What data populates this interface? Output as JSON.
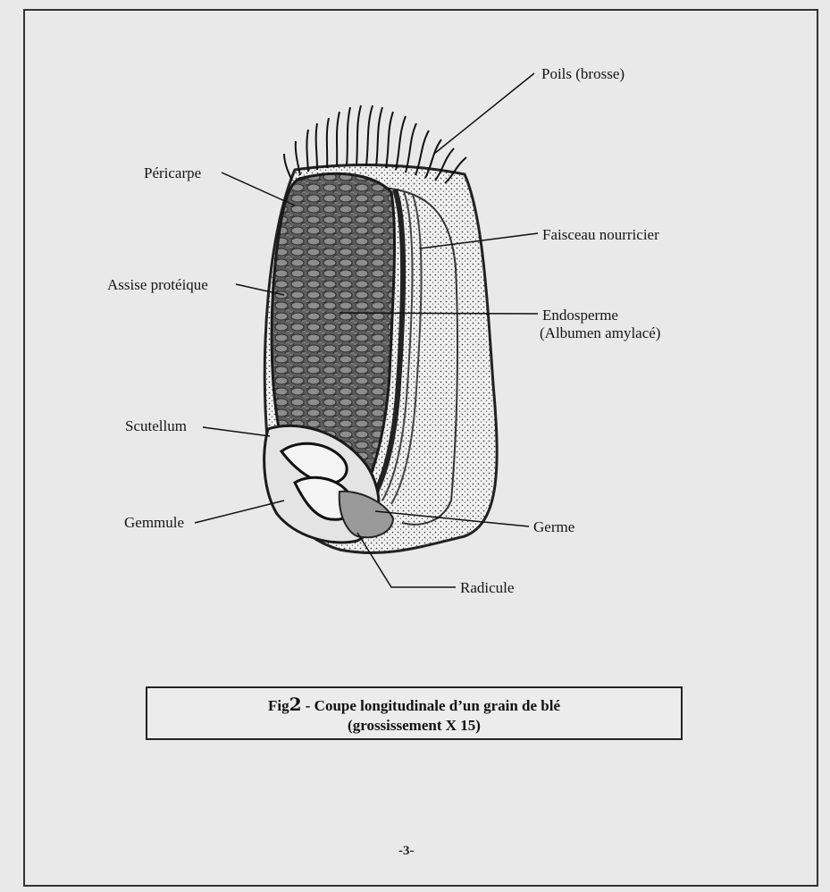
{
  "figure": {
    "labels": {
      "poils": "Poils (brosse)",
      "pericarpe": "Péricarpe",
      "faisceau": "Faisceau nourricier",
      "assise": "Assise protéique",
      "endosperme_1": "Endosperme",
      "endosperme_2": "(Albumen amylacé)",
      "scutellum": "Scutellum",
      "gemmule": "Gemmule",
      "germe": "Germe",
      "radicule": "Radicule"
    },
    "caption": {
      "prefix": "Fig",
      "number": "2",
      "line1": "- Coupe longitudinale d’un grain de blé",
      "line2": "(grossissement X 15)"
    }
  },
  "page_number": "-3-"
}
